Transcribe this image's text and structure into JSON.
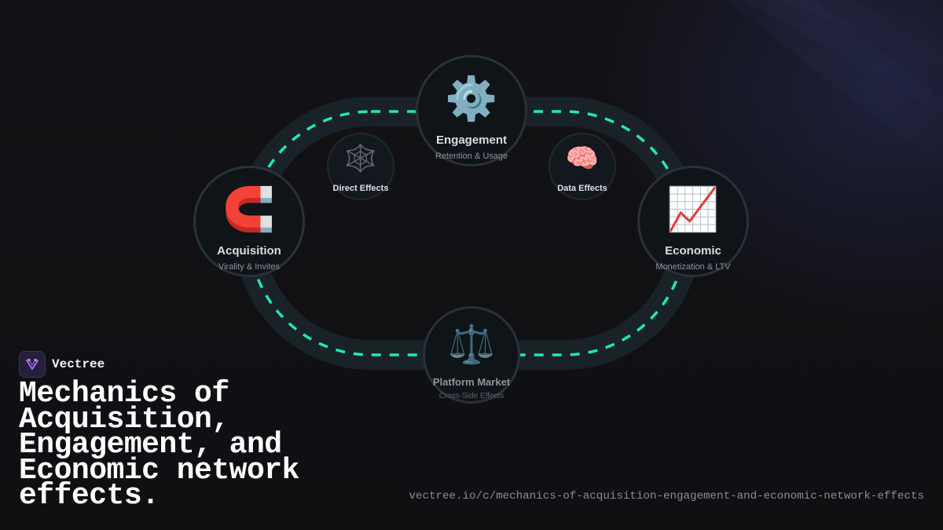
{
  "colors": {
    "accent_dash": "#1de9b6",
    "track": "#192226",
    "background": "#111115",
    "node_fill": "#0f1419",
    "node_border": "#2b3138"
  },
  "diagram": {
    "nodes": [
      {
        "id": "engagement",
        "emoji": "⚙️",
        "icon": "gear-icon",
        "title": "Engagement",
        "subtitle": "Retention & Usage"
      },
      {
        "id": "acquisition",
        "emoji": "🧲",
        "icon": "magnet-icon",
        "title": "Acquisition",
        "subtitle": "Virality & Invites"
      },
      {
        "id": "economic",
        "emoji": "📈",
        "icon": "chart-increasing-icon",
        "title": "Economic",
        "subtitle": "Monetization & LTV"
      },
      {
        "id": "platform",
        "emoji": "⚖️",
        "icon": "balance-scale-icon",
        "title": "Platform Market",
        "subtitle": "Cross-Side Effects"
      },
      {
        "id": "direct",
        "emoji": "🕸️",
        "icon": "spider-web-icon",
        "title": "Direct Effects"
      },
      {
        "id": "data",
        "emoji": "🧠",
        "icon": "brain-icon",
        "title": "Data Effects"
      }
    ]
  },
  "brand": {
    "name": "Vectree",
    "logo_icon": "vectree-logo-icon"
  },
  "headline": "Mechanics of Acquisition, Engagement, and Economic network effects.",
  "url": "vectree.io/c/mechanics-of-acquisition-engagement-and-economic-network-effects"
}
